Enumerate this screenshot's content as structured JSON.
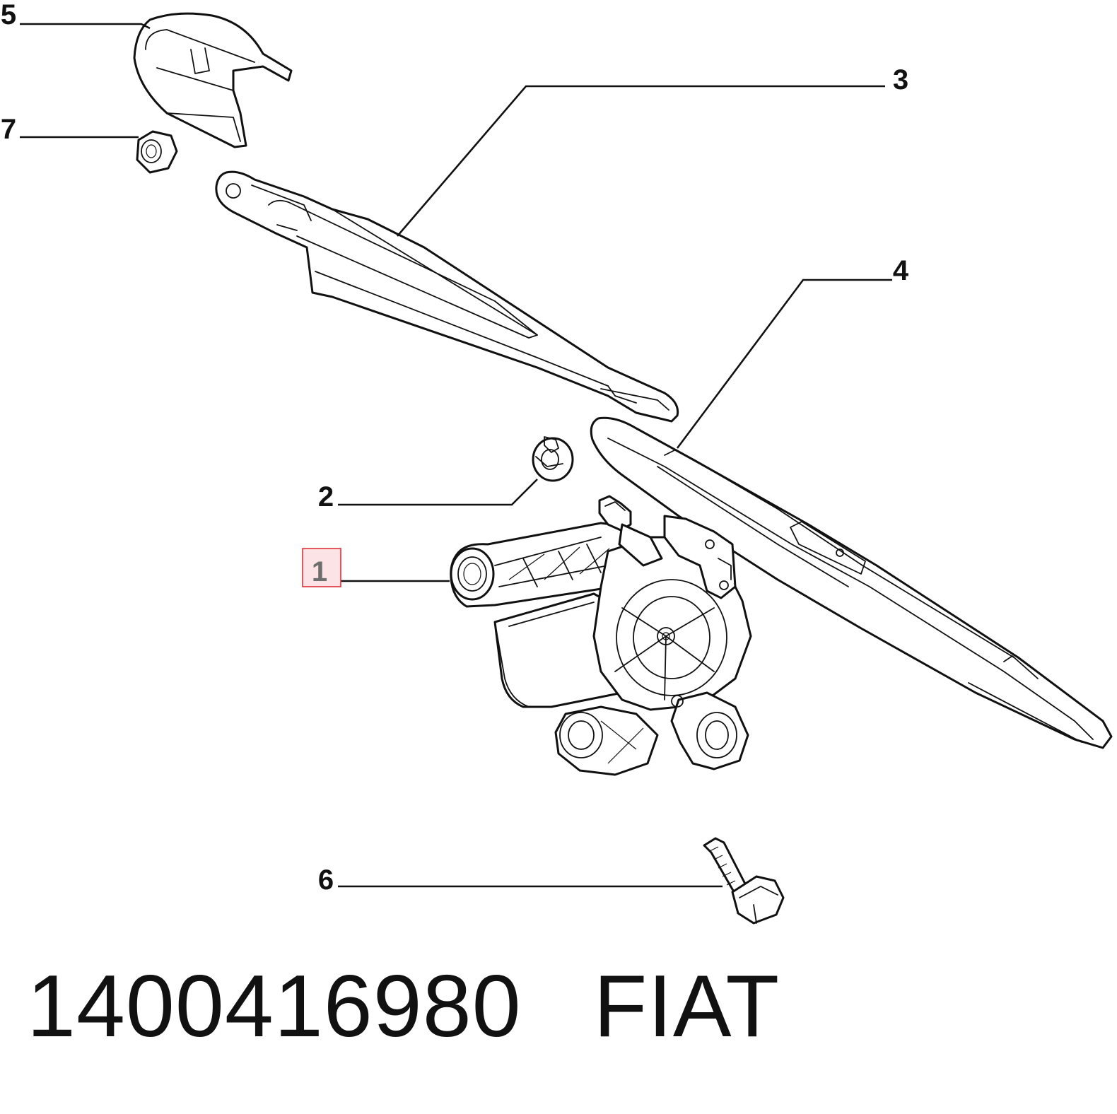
{
  "callouts": [
    {
      "id": "1",
      "label": "1",
      "highlighted": true
    },
    {
      "id": "2",
      "label": "2",
      "highlighted": false
    },
    {
      "id": "3",
      "label": "3",
      "highlighted": false
    },
    {
      "id": "4",
      "label": "4",
      "highlighted": false
    },
    {
      "id": "5",
      "label": "5",
      "highlighted": false
    },
    {
      "id": "6",
      "label": "6",
      "highlighted": false
    },
    {
      "id": "7",
      "label": "7",
      "highlighted": false
    }
  ],
  "caption": {
    "part_number": "1400416980",
    "brand": "FIAT"
  },
  "colors": {
    "line": "#111111",
    "highlight_fill": "#fbe3e6",
    "highlight_border": "#e0303a",
    "highlight_text": "#6e6e6e"
  }
}
